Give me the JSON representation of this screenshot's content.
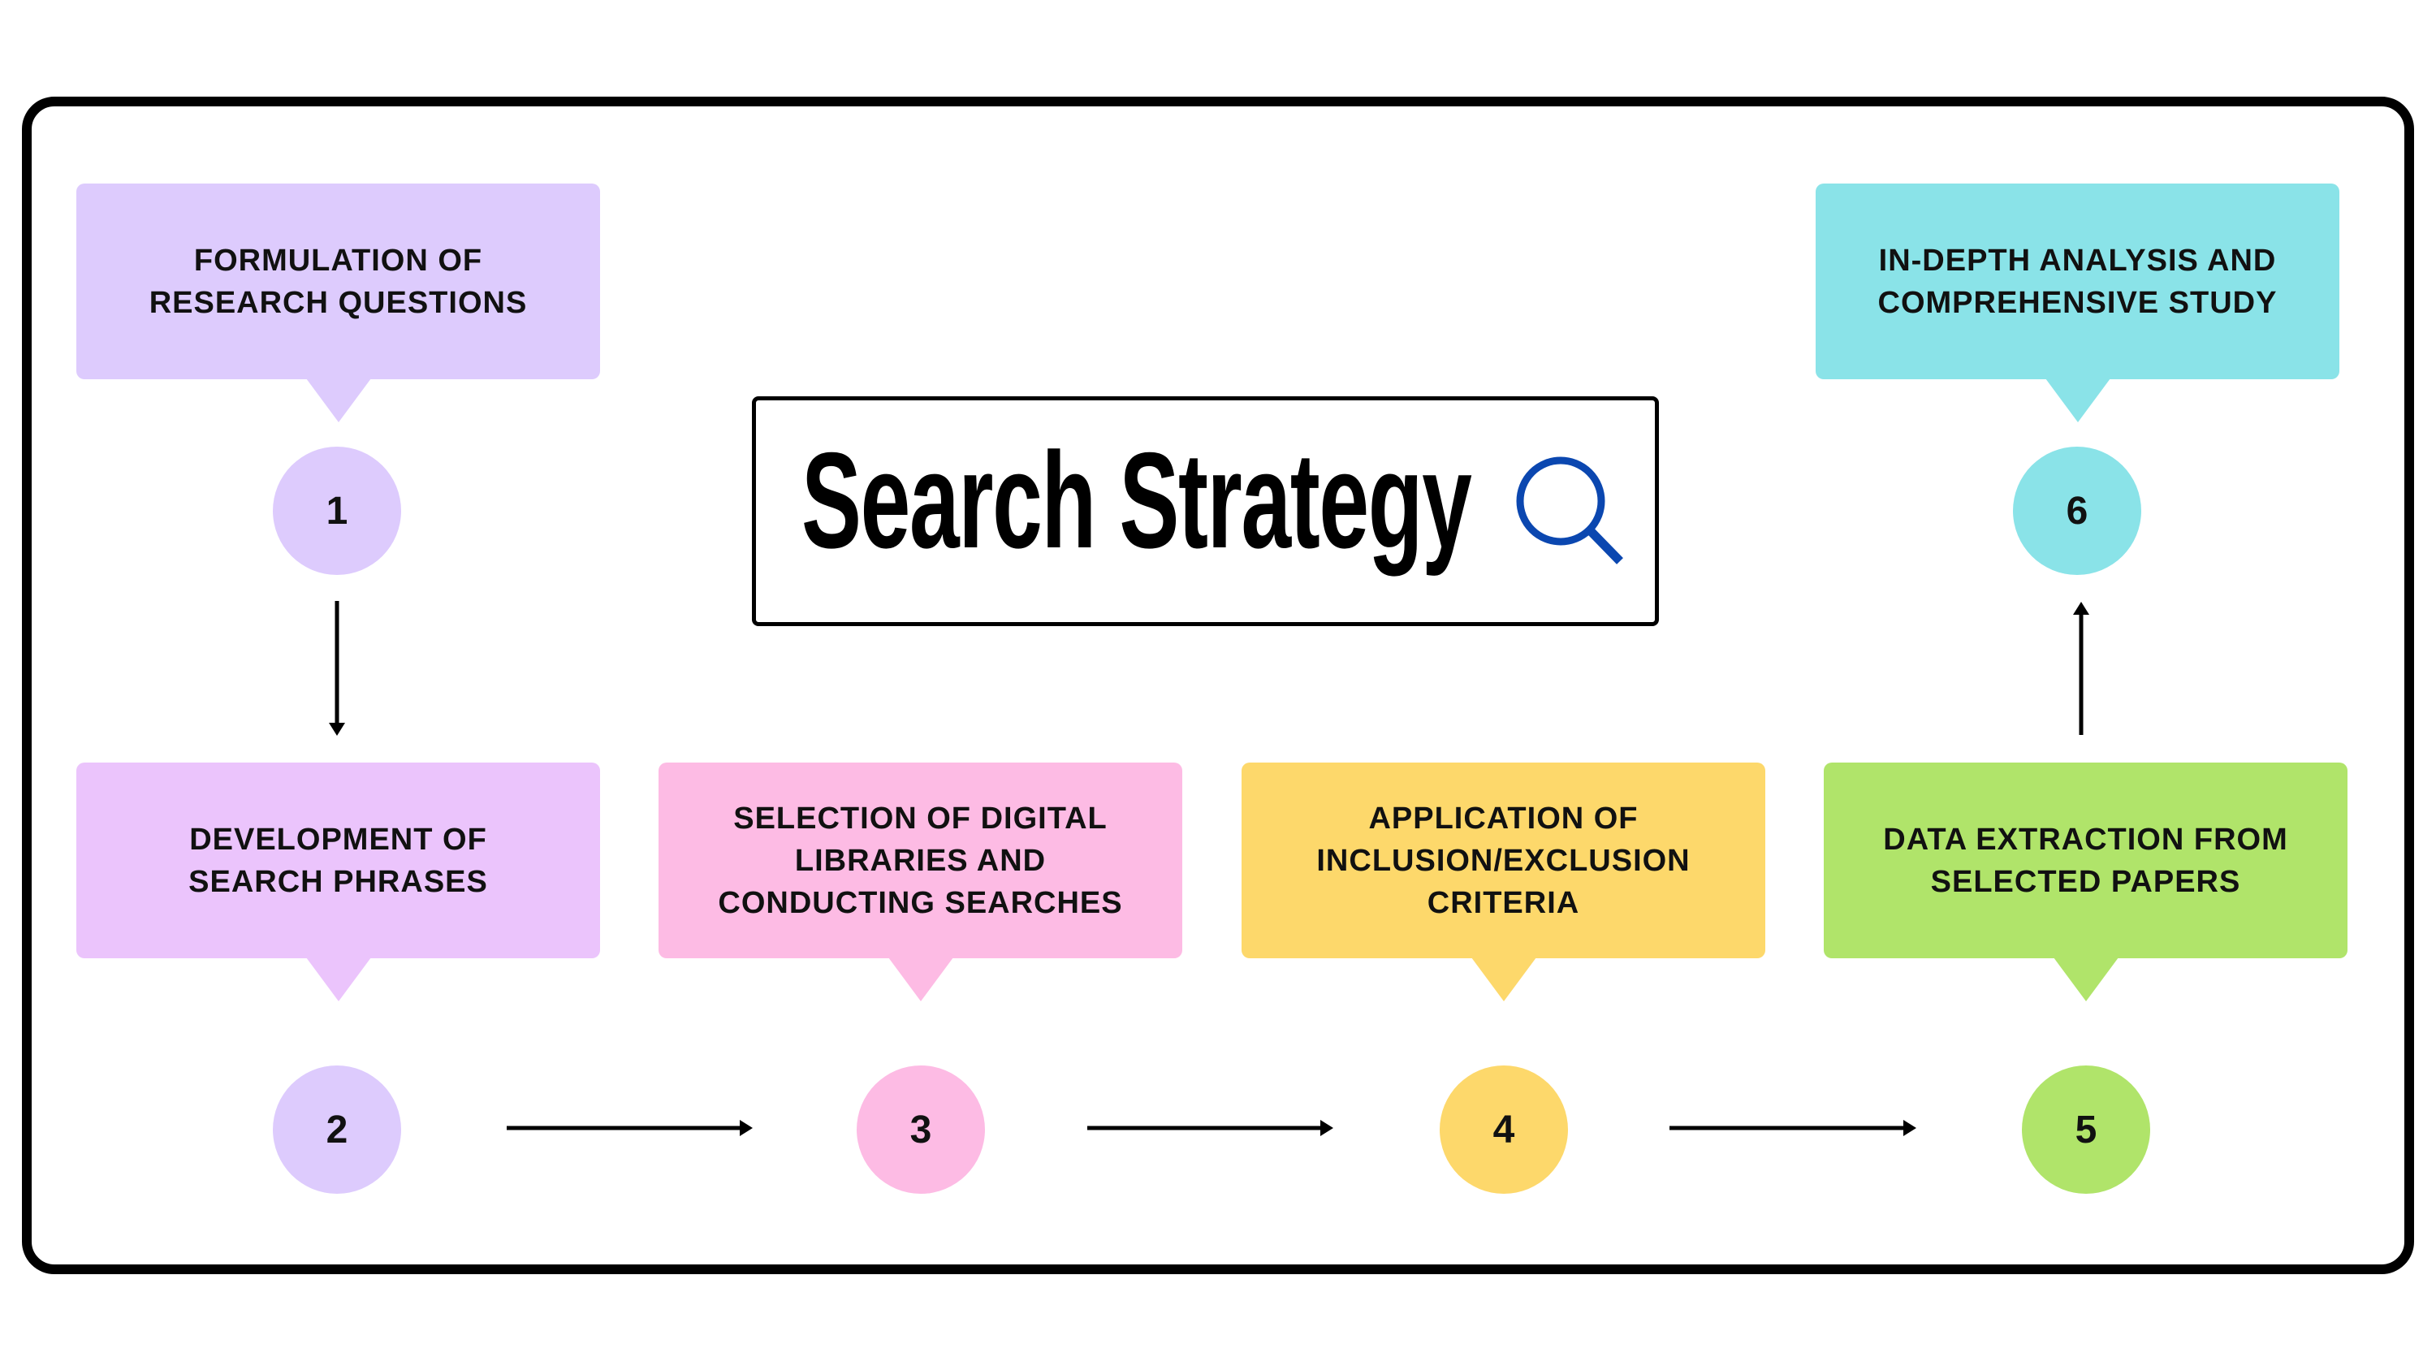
{
  "title": "Search Strategy",
  "steps": [
    {
      "number": "1",
      "label": "FORMULATION OF\nRESEARCH QUESTIONS",
      "box_color": "#ddcbfd",
      "circle_color": "#ddcbfd"
    },
    {
      "number": "2",
      "label": "DEVELOPMENT OF\nSEARCH PHRASES",
      "box_color": "#ebc4fc",
      "circle_color": "#ddcbfd"
    },
    {
      "number": "3",
      "label": "SELECTION OF DIGITAL\nLIBRARIES AND\nCONDUCTING SEARCHES",
      "box_color": "#fdbbe4",
      "circle_color": "#fdbbe4"
    },
    {
      "number": "4",
      "label": "APPLICATION OF\nINCLUSION/EXCLUSION\nCRITERIA",
      "box_color": "#fdd86b",
      "circle_color": "#fdd86b"
    },
    {
      "number": "5",
      "label": "DATA EXTRACTION FROM\nSELECTED PAPERS",
      "box_color": "#b0e46a",
      "circle_color": "#b0e46a"
    },
    {
      "number": "6",
      "label": "IN-DEPTH ANALYSIS AND\nCOMPREHENSIVE STUDY",
      "box_color": "#8ae3e8",
      "circle_color": "#8ae3e8"
    }
  ],
  "icon_color": "#0b47b0"
}
